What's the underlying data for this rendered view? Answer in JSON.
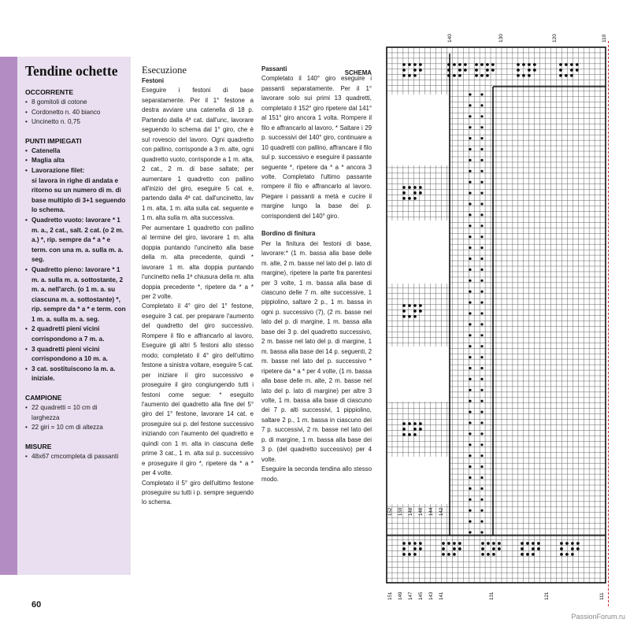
{
  "sidebar": {
    "title": "Tendine ochette",
    "sections": [
      {
        "heading": "OCCORRENTE",
        "items": [
          {
            "text": "8 gomitoli di cotone"
          },
          {
            "text": "Cordonetto n. 40 bianco"
          },
          {
            "text": "Uncinetto n. 0,75"
          }
        ]
      },
      {
        "heading": "PUNTI IMPIEGATI",
        "items": [
          {
            "text": "Catenella",
            "bold": true
          },
          {
            "text": "Maglia alta",
            "bold": true
          },
          {
            "text": "Lavorazione filet:",
            "bold": true,
            "detail": "si lavora in righe di andata e ritorno su un numero di m. di base multiplo di 3+1 seguendo lo schema."
          },
          {
            "text": "Quadretto vuoto: lavorare * 1 m. a., 2 cat., salt. 2 cat. (o 2 m. a.) *, rip. sempre da * a * e term. con una m. a. sulla m. a. seg.",
            "bold": true
          },
          {
            "text": "Quadretto pieno: lavorare * 1 m. a. sulla m. a. sottostante, 2 m. a. nell'arch. (o 1 m. a. su ciascuna m. a. sottostante) *, rip. sempre da * a * e term. con 1 m. a. sulla m. a. seg.",
            "bold": true
          },
          {
            "text": "2 quadretti pieni vicini corrispondono a 7 m. a.",
            "bold": true
          },
          {
            "text": "3 quadretti pieni vicini corrispondono a 10 m. a.",
            "bold": true
          },
          {
            "text": "3 cat. sostituiscono la m. a. iniziale.",
            "bold": true
          }
        ]
      },
      {
        "heading": "CAMPIONE",
        "items": [
          {
            "text": "22 quadretti = 10 cm di larghezza"
          },
          {
            "text": "22 giri = 10 cm di altezza"
          }
        ]
      },
      {
        "heading": "MISURE",
        "items": [
          {
            "text": "48x67 cmcompleta di passanti"
          }
        ]
      }
    ]
  },
  "col1": {
    "section_title": "Esecuzione",
    "subheading": "Festoni",
    "paragraphs": [
      "Eseguire i festoni di base separatamente. Per il 1° festone a destra avviare una catenella di 18 p. Partendo dalla 4ª cat. dall'unc, lavorare seguendo lo schema dal 1° giro, che è sul rovescio del lavoro. Ogni quadretto con pallino, corrisponde a 3 m. alte, ogni quadretto vuoto, corrisponde a 1 m. alta, 2 cat., 2 m. di base saltate; per aumentare 1 quadretto con pallino all'inizio del giro, eseguire 5 cat. e, partendo dalla 4ª cat. dall'uncinetto, lav 1 m. alta, 1 m. alta sulla cat. seguente e 1 m. alta sulla m. alta successiva.",
      "Per aumentare 1 quadretto con pallino al termine del giro, lavorare 1 m. alta doppia puntando l'uncinetto alla base della m. alta precedente, quindi * lavorare 1 m. alta doppia puntando l'uncinetto nella 1ª chiusura della m. alta doppia precedente *, ripetere da * a * per 2 volte.",
      "Completato il 4° giro del 1° festone, eseguire 3 cat. per preparare l'aumento del quadretto del giro successivo. Rompere il filo e affrancarlo al lavoro. Eseguire gli altri 5 festoni allo stesso modo; completato il 4° giro dell'ultimo festone a sinistra voltare, eseguire 5 cat. per iniziare il giro successivo e proseguire il giro congiungendo tutti i festoni come segue: * eseguito l'aumento del quadretto alla fine del 5° giro del 1° festone, lavorare 14 cat. e proseguire sui p. del festone successivo iniziando con l'aumento del quadretto e quindi con 1 m. alta in ciascuna delle prime 3 cat., 1 m. alta sul p. successivo e proseguire il giro *, ripetere da * a * per 4 volte.",
      "Completato il 5° giro dell'ultimo festone proseguire su tutti i p. sempre seguendo lo schema."
    ]
  },
  "col2": {
    "schema_label": "SCHEMA",
    "subheading1": "Passanti",
    "paragraph1": "Completato il 140° giro eseguire i passanti separatamente. Per il 1° lavorare solo sui primi 13 quadretti, completato il 152° giro ripetere dal 141° al 151° giro ancora 1 volta. Rompere il filo e affrancarlo al lavoro. * Saltare i 29 p. successivi del 140° giro, continuare a 10 quadretti con pallino, affrancare il filo sul p. successivo e eseguire il passante seguente *, ripetere da * a * ancora 3 volte. Completato l'ultimo passante rompere il filo e affrancarlo al lavoro. Piegare i passanti a metà e cucire il margine lungo la base dei p. corrispondenti del 140° giro.",
    "subheading2": "Bordino di finitura",
    "paragraph2": "Per la finitura dei festoni di base, lavorare:* (1 m. bassa alla base delle m. alte, 2 m. basse nel lato del p. lato di margine), ripetere la parte fra parentesi per 3 volte, 1 m. bassa alla base di ciascuno delle 7 m. alte successive, 1 pippiolino, saltare 2 p., 1 m. bassa in ogni p. successivo (7), (2 m. basse nel lato del p. di margine, 1 m. bassa alla base dei 3 p. del quadretto successivo, 2 m. basse nel lato del p. di margine, 1 m. bassa alla base dei 14 p. seguenti, 2 m. basse nel lato del p. successivo * ripetere da * a * per 4 volte, (1 m. bassa alla base delle m. alte, 2 m. basse nel lato del p. lato di margine) per altre 3 volte, 1 m. bassa alla base di ciascuno dei 7 p. alti successivi, 1 pippiolino, saltare 2 p., 1 m. bassa in ciascuno dei 7 p. successivi, 2 m. basse nel lato del p. di margine, 1 m. bassa alla base dei 3 p. (del quadretto successivo) per 4 volte.",
    "paragraph3": "Eseguire la seconda tendina allo stesso modo."
  },
  "chart_labels": {
    "top": [
      "140",
      "130",
      "120",
      "110"
    ],
    "side": [
      "152",
      "150",
      "148",
      "146",
      "144",
      "142"
    ],
    "bottom": [
      "151",
      "149",
      "147",
      "145",
      "143",
      "141",
      "131",
      "121",
      "111"
    ]
  },
  "page_number": "60",
  "watermark": "PassionForum.ru",
  "colors": {
    "accent": "#b48cc4",
    "sidebar_bg": "#e9dff0",
    "cut_line": "#d0303a"
  }
}
